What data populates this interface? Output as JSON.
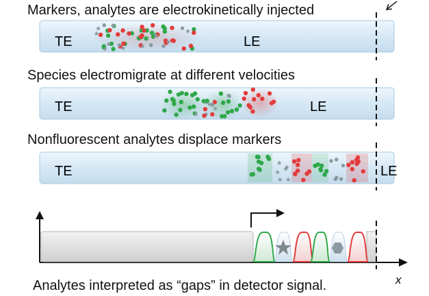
{
  "panels": [
    {
      "caption": "Markers, analytes are electrokinetically injected",
      "te_label": "TE",
      "le_label": "LE"
    },
    {
      "caption": "Species electromigrate at different velocities",
      "te_label": "TE",
      "le_label": "LE"
    },
    {
      "caption": "Nonfluorescent analytes displace markers",
      "te_label": "TE",
      "le_label": "LE"
    }
  ],
  "detector_caption": "Analytes interpreted as “gaps” in detector signal.",
  "x_axis_label": "x",
  "colors": {
    "capillary": "#dcebf6",
    "capillary_edge": "#9fc2dc",
    "green_marker": "#2fa84a",
    "red_marker": "#e23c3c",
    "analyte_gray": "#8b9aa0",
    "plateau": "#d9d9d9"
  },
  "icons": [
    "star-icon",
    "hexagon-icon",
    "arrow-icon"
  ]
}
